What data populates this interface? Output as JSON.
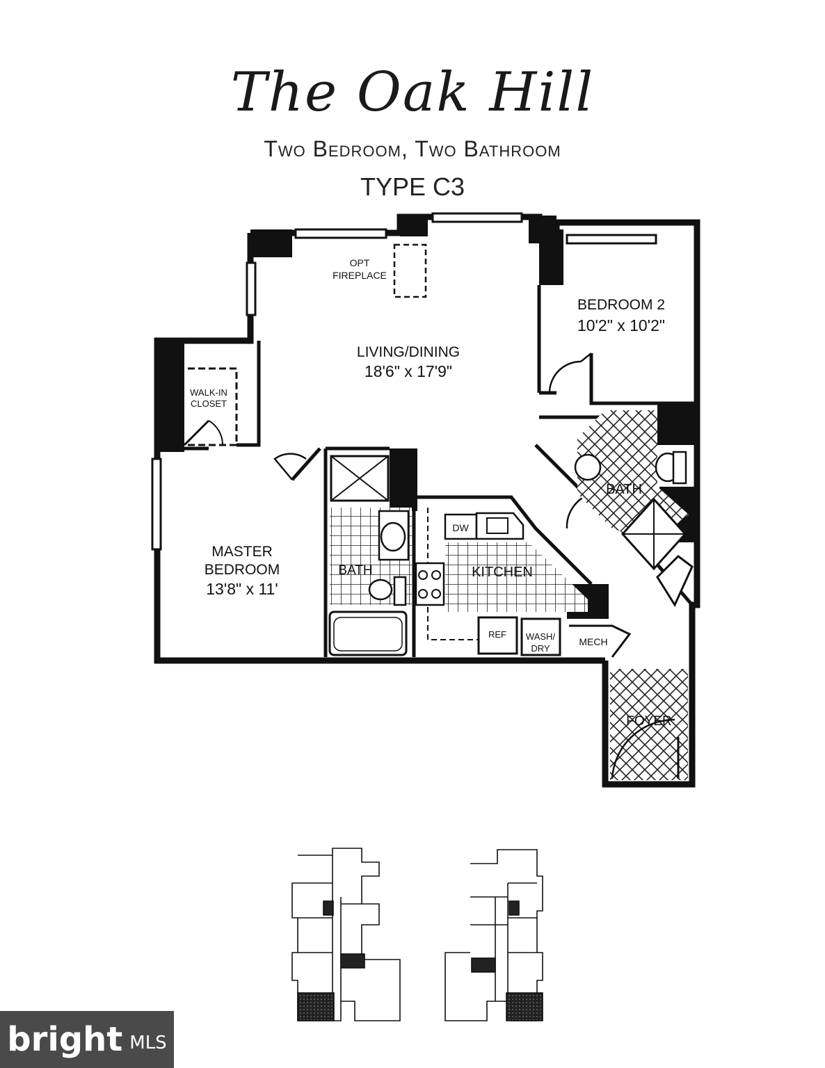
{
  "header": {
    "title": "The Oak Hill",
    "subtitle": "Two Bedroom, Two Bathroom",
    "unit_type": "TYPE C3"
  },
  "rooms": {
    "fireplace_line1": "OPT",
    "fireplace_line2": "FIREPLACE",
    "bedroom2_name": "BEDROOM 2",
    "bedroom2_size": "10'2\" x 10'2\"",
    "living_name": "LIVING/DINING",
    "living_size": "18'6\" x 17'9\"",
    "closet_line1": "WALK-IN",
    "closet_line2": "CLOSET",
    "master_line1": "MASTER",
    "master_line2": "BEDROOM",
    "master_size": "13'8\" x 11'",
    "bath_master": "BATH",
    "bath_second": "BATH",
    "kitchen": "KITCHEN",
    "dw": "DW",
    "ref": "REF",
    "wash_line1": "WASH/",
    "wash_line2": "DRY",
    "mech": "MECH",
    "foyer": "FOYER"
  },
  "watermark": {
    "brand": "bright",
    "suffix": "MLS"
  },
  "colors": {
    "wall": "#111111",
    "badge": "#4a4a4a"
  }
}
